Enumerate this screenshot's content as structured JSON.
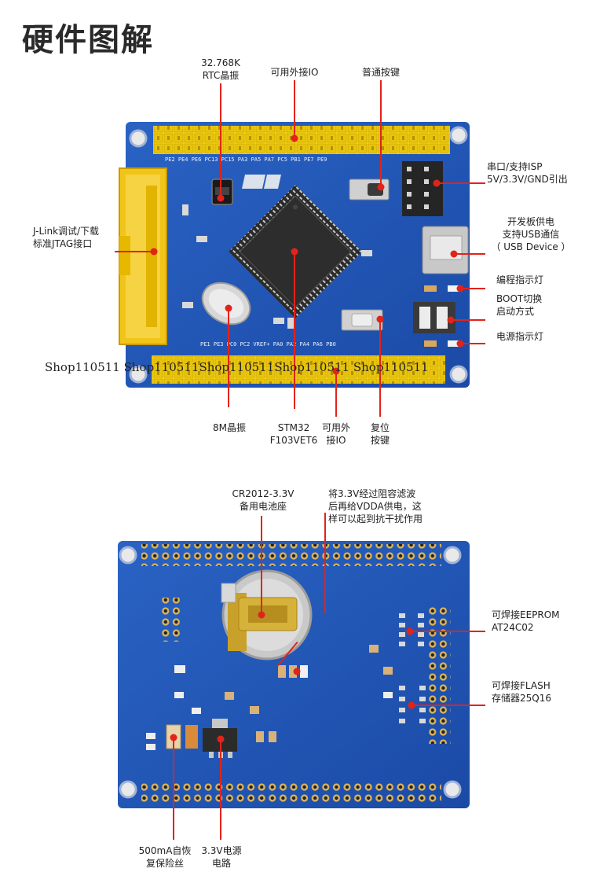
{
  "title": "硬件图解",
  "watermark": "Shop110511 Shop110511Shop110511Shop110511 Shop110511",
  "accent_color": "#e2231a",
  "board_color": "#1f55b8",
  "top_labels": {
    "rtc": [
      "32.768K",
      "RTC晶振"
    ],
    "io_top": [
      "可用外接IO"
    ],
    "key": [
      "普通按键"
    ],
    "serial": [
      "串口/支持ISP",
      "5V/3.3V/GND引出"
    ],
    "power": [
      "开发板供电",
      "支持USB通信",
      "（ USB Device ）"
    ],
    "prog_led": [
      "编程指示灯"
    ],
    "boot": [
      "BOOT切换",
      "启动方式"
    ],
    "power_led": [
      "电源指示灯"
    ],
    "jlink": [
      "J-Link调试/下载",
      "标准JTAG接口"
    ],
    "crystal": [
      "8M晶振"
    ],
    "mcu": [
      "STM32",
      "F103VET6"
    ],
    "io_bottom": [
      "可用外",
      "接IO"
    ],
    "reset": [
      "复位",
      "按键"
    ]
  },
  "bottom_labels": {
    "battery": [
      "CR2012-3.3V",
      "备用电池座"
    ],
    "filter": [
      "将3.3V经过阻容滤波",
      "后再给VDDA供电，这",
      "样可以起到抗干扰作用"
    ],
    "eeprom": [
      "可焊接EEPROM",
      "AT24C02"
    ],
    "flash": [
      "可焊接FLASH",
      "存储器25Q16"
    ],
    "fuse": [
      "500mA自恢",
      "复保险丝"
    ],
    "ldo": [
      "3.3V电源",
      "电路"
    ]
  }
}
